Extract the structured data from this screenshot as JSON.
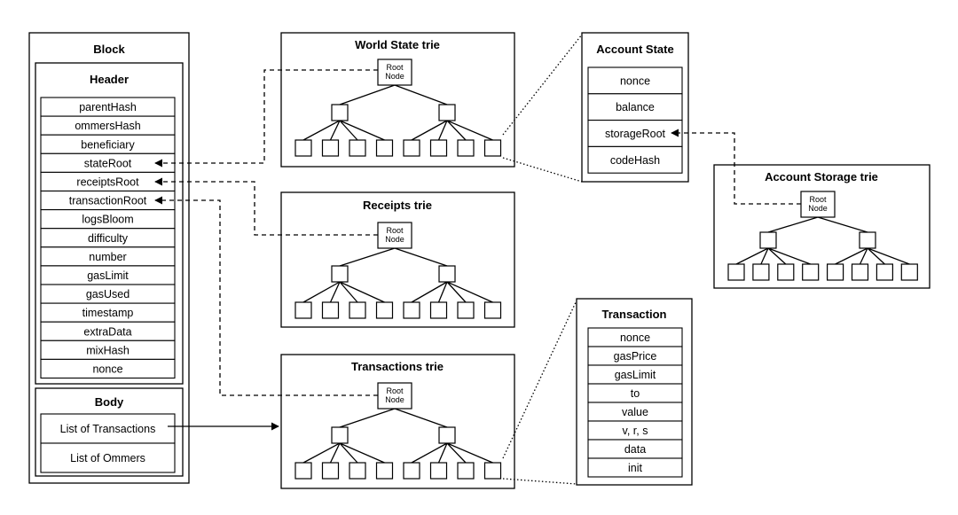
{
  "block": {
    "title": "Block",
    "header": {
      "title": "Header",
      "fields": [
        "parentHash",
        "ommersHash",
        "beneficiary",
        "stateRoot",
        "receiptsRoot",
        "transactionRoot",
        "logsBloom",
        "difficulty",
        "number",
        "gasLimit",
        "gasUsed",
        "timestamp",
        "extraData",
        "mixHash",
        "nonce"
      ]
    },
    "body": {
      "title": "Body",
      "fields": [
        "List of Transactions",
        "List of Ommers"
      ]
    }
  },
  "tries": {
    "world_state": "World State trie",
    "receipts": "Receipts trie",
    "transactions": "Transactions trie",
    "account_storage": "Account Storage trie"
  },
  "root_node_label": [
    "Root",
    "Node"
  ],
  "account_state": {
    "title": "Account State",
    "fields": [
      "nonce",
      "balance",
      "storageRoot",
      "codeHash"
    ]
  },
  "transaction": {
    "title": "Transaction",
    "fields": [
      "nonce",
      "gasPrice",
      "gasLimit",
      "to",
      "value",
      "v, r, s",
      "data",
      "init"
    ]
  }
}
